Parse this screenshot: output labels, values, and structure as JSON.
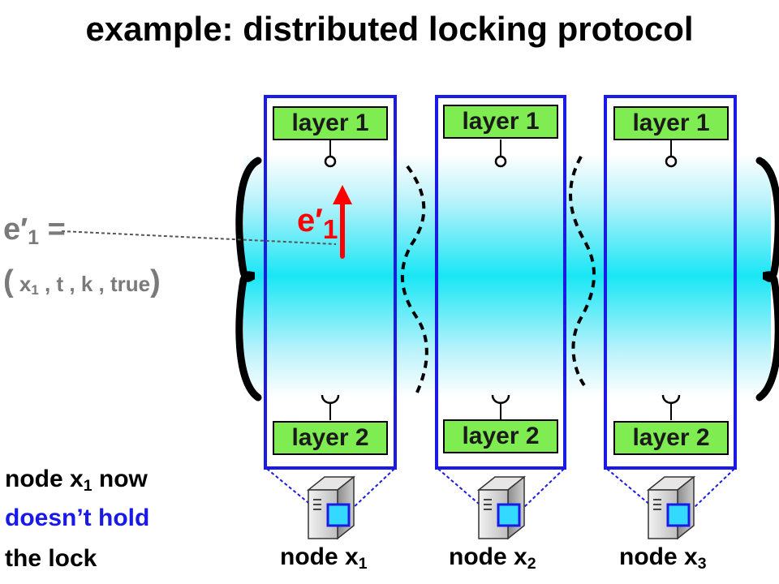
{
  "title": "example: distributed locking protocol",
  "layers": {
    "top": "layer 1",
    "bottom": "layer 2"
  },
  "nodes": [
    {
      "prefix": "node x",
      "sub": "1"
    },
    {
      "prefix": "node x",
      "sub": "2"
    },
    {
      "prefix": "node x",
      "sub": "3"
    }
  ],
  "event": {
    "name": "e",
    "prime": "′",
    "sub": "1",
    "equals": "=",
    "tuple": {
      "open": "(",
      "arg1_prefix": "x",
      "arg1_sub": "1",
      "sep": ",",
      "arg2": "t",
      "arg3": "k",
      "arg4": "true",
      "close": ")"
    }
  },
  "status": {
    "line1_prefix": "node x",
    "line1_sub": "1",
    "line1_suffix": " now",
    "line2": "doesn’t hold",
    "line3": "the lock"
  },
  "colors": {
    "column_border": "#1a1ae6",
    "layer_fill": "#7fec52",
    "band": "#19e6f5",
    "event_arrow": "#ff0000",
    "event_text_gray": "#7a7a7a",
    "status_highlight": "#1a1ae6"
  },
  "icons": [
    "server-icon",
    "up-arrow-icon",
    "curly-brace-icon"
  ]
}
